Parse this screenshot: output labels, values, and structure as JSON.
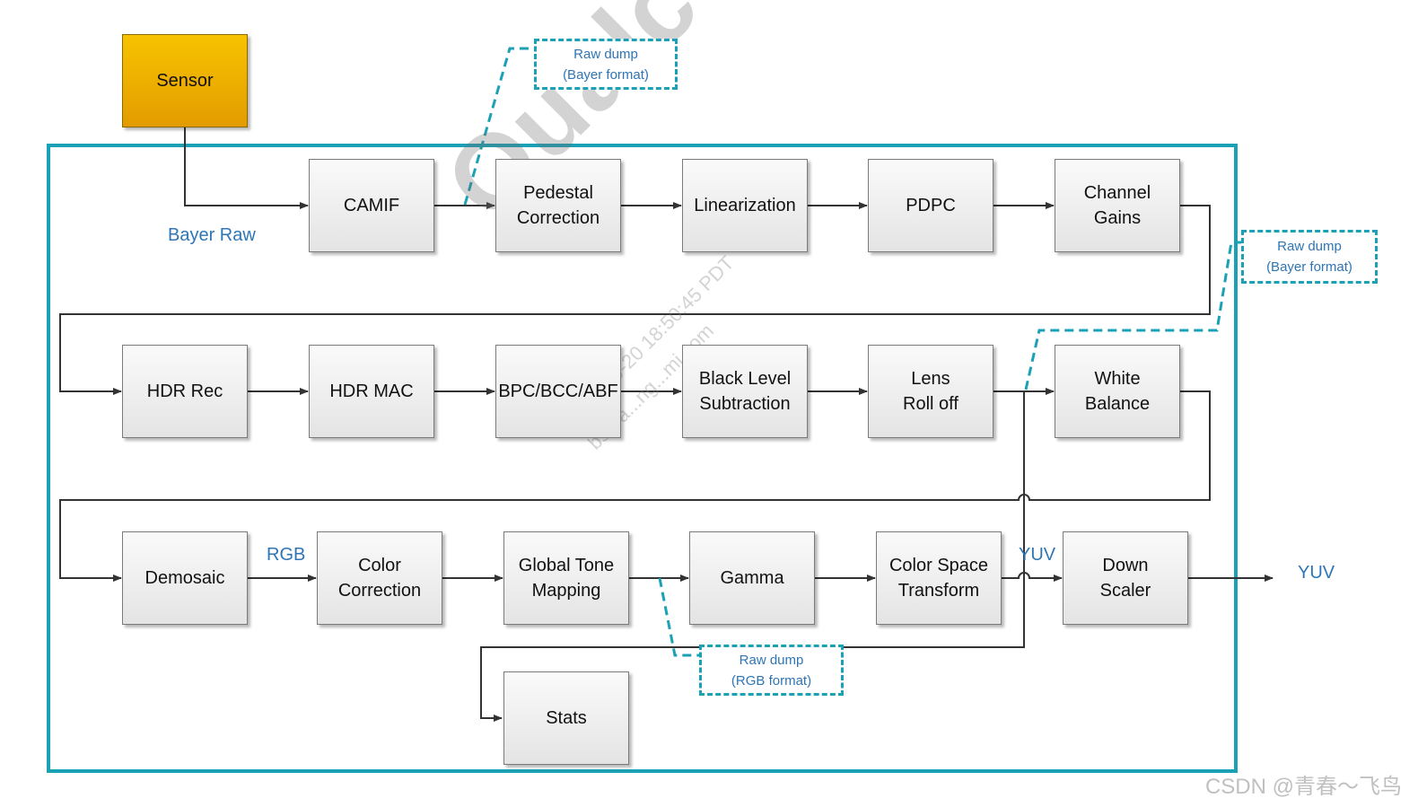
{
  "blocks": {
    "sensor": "Sensor",
    "camif": "CAMIF",
    "pedestal": "Pedestal\nCorrection",
    "linearization": "Linearization",
    "pdpc": "PDPC",
    "channel_gains": "Channel\nGains",
    "hdr_rec": "HDR Rec",
    "hdr_mac": "HDR MAC",
    "bpc": "BPC/BCC/ABF",
    "black_level": "Black Level\nSubtraction",
    "lens_rolloff": "Lens\nRoll off",
    "white_balance": "White\nBalance",
    "demosaic": "Demosaic",
    "color_correction": "Color\nCorrection",
    "gtm": "Global Tone\nMapping",
    "gamma": "Gamma",
    "cst": "Color Space\nTransform",
    "down_scaler": "Down\nScaler",
    "stats": "Stats"
  },
  "labels": {
    "bayer_raw": "Bayer Raw",
    "rgb": "RGB",
    "yuv_mid": "YUV",
    "yuv_out": "YUV"
  },
  "dumps": {
    "bayer_1": "Raw dump\n(Bayer format)",
    "bayer_2": "Raw dump\n(Bayer format)",
    "rgb": "Raw dump\n(RGB format)"
  },
  "watermark": {
    "brand": "Qualcomm",
    "stamp_1": "2019-10-20 18:50:45 PDT",
    "stamp_2": "bspra...ng...mi.com"
  },
  "credit": "CSDN @青春～飞鸟",
  "colors": {
    "frame": "#1ba1b5",
    "dump_border": "#1ba1b5",
    "label_blue": "#2e75b6",
    "sensor_fill": "#f0b400",
    "line": "#333333"
  }
}
